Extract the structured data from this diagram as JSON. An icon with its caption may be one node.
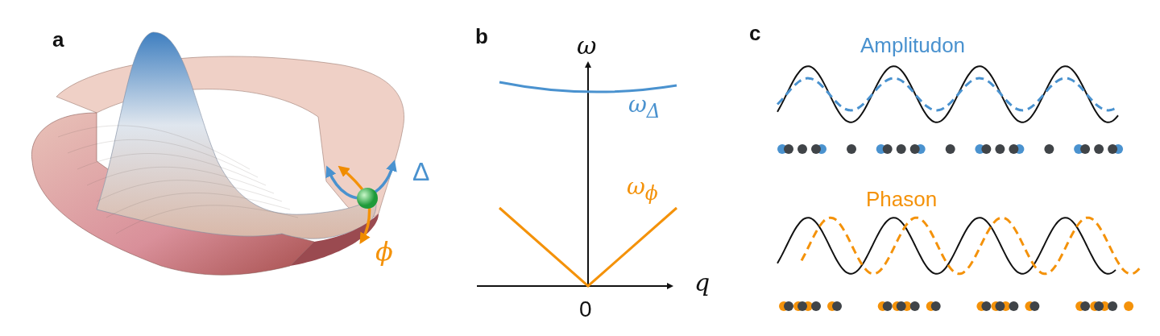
{
  "diagram": {
    "labels": [
      "a",
      "b",
      "c",
      "Δ",
      "ϕ",
      "ω",
      "q",
      "0",
      "ω$_{Δ}$",
      "ω$_{ϕ}$",
      "Amplitudon",
      "Phason"
    ]
  }
}
